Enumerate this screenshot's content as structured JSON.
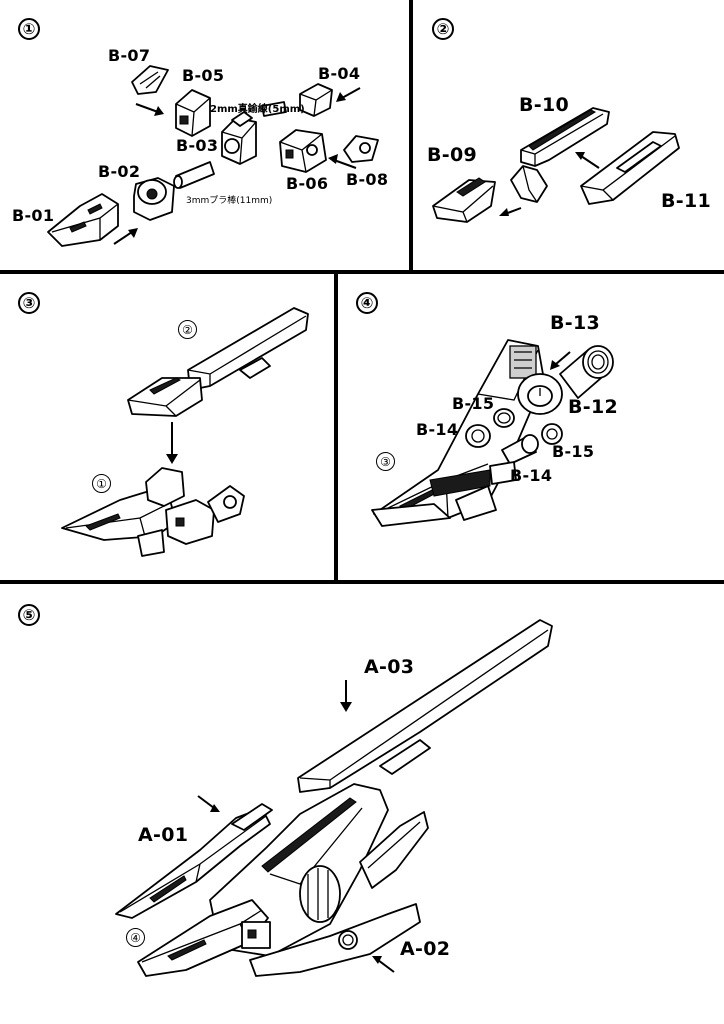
{
  "steps": [
    {
      "number": "①",
      "labels": [
        "B-07",
        "B-05",
        "B-04",
        "B-03",
        "B-02",
        "B-06",
        "B-08",
        "B-01"
      ],
      "notes": [
        "2mm真鍮線(5mm)",
        "3mmプラ棒(11mm)"
      ]
    },
    {
      "number": "②",
      "labels": [
        "B-10",
        "B-09",
        "B-11"
      ]
    },
    {
      "number": "③",
      "refs": [
        "②",
        "①"
      ]
    },
    {
      "number": "④",
      "labels": [
        "B-13",
        "B-15",
        "B-12",
        "B-14",
        "B-15",
        "B-14"
      ],
      "refs": [
        "③"
      ]
    },
    {
      "number": "⑤",
      "labels": [
        "A-03",
        "A-01",
        "A-02"
      ],
      "refs": [
        "④"
      ]
    }
  ]
}
